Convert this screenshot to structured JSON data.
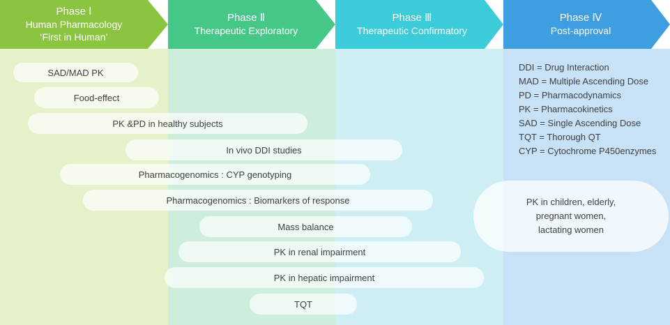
{
  "phases": [
    {
      "name": "Phase Ⅰ",
      "line1": "Human Pharmacology",
      "line2": "‘First in Human’",
      "color": "#8bc53f"
    },
    {
      "name": "Phase Ⅱ",
      "line1": "Therapeutic Exploratory",
      "line2": "",
      "color": "#45c787"
    },
    {
      "name": "Phase Ⅲ",
      "line1": "Therapeutic Confirmatory",
      "line2": "",
      "color": "#3ccbd8"
    },
    {
      "name": "Phase Ⅳ",
      "line1": "Post-approval",
      "line2": "",
      "color": "#3f9ee0"
    }
  ],
  "studies": [
    "SAD/MAD PK",
    "Food-effect",
    "PK &PD in healthy subjects",
    "In vivo DDI studies",
    "Pharmacogenomics : CYP genotyping",
    "Pharmacogenomics : Biomarkers of response",
    "Mass balance",
    "PK in renal impairment",
    "PK in hepatic impairment",
    "TQT"
  ],
  "abbreviations": [
    "DDI = Drug Interaction",
    "MAD = Multiple Ascending Dose",
    "PD = Pharmacodynamics",
    "PK = Pharmacokinetics",
    "SAD = Single Ascending Dose",
    "TQT = Thorough QT",
    "CYP = Cytochrome P450enzymes"
  ],
  "special_populations": [
    "PK in children, elderly,",
    "pregnant women,",
    "lactating women"
  ]
}
